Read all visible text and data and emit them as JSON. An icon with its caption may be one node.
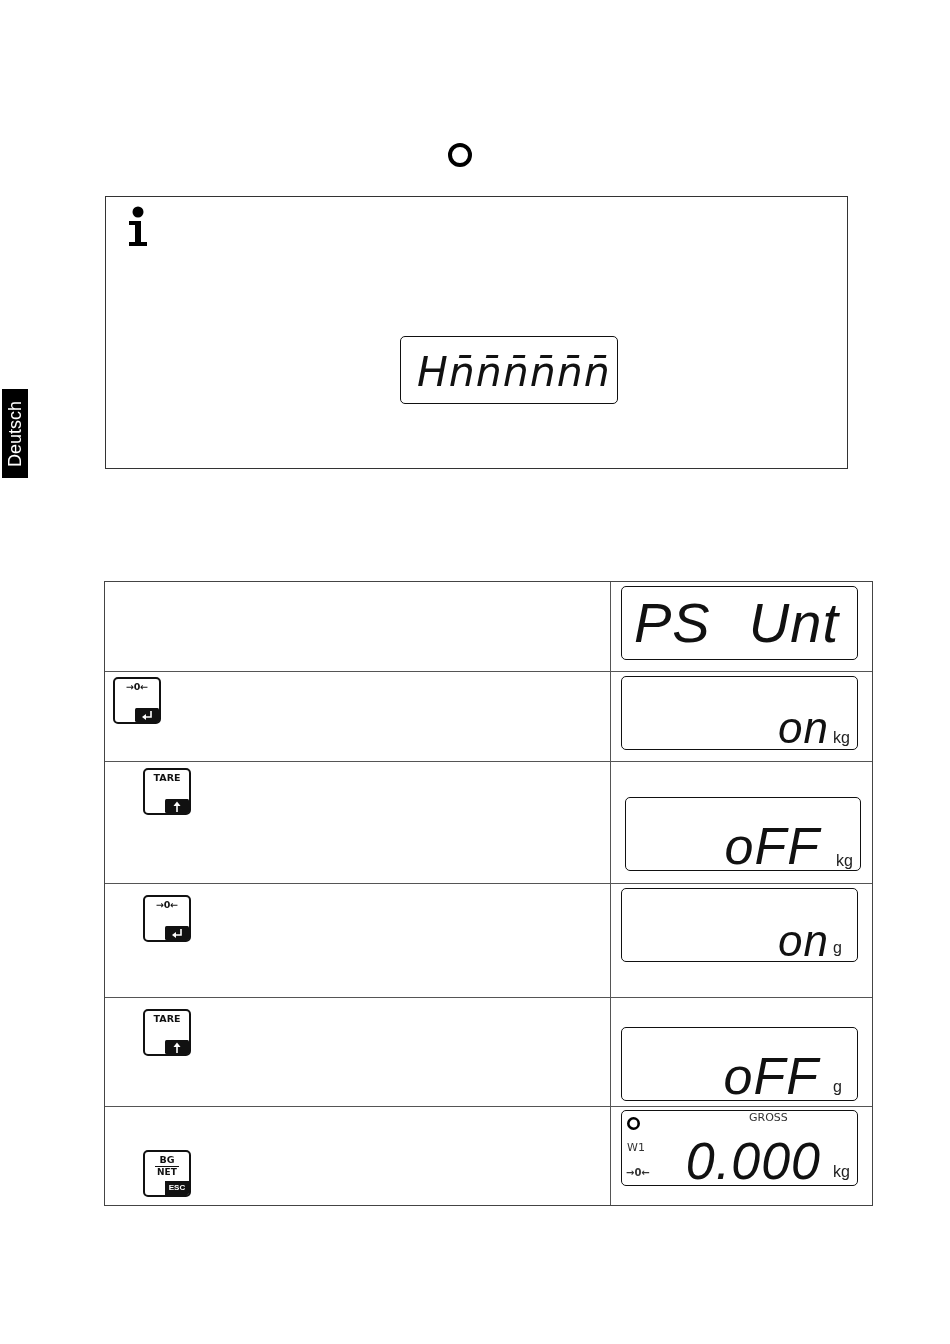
{
  "diagram": {
    "nodes": [
      {
        "text": [],
        "shape": "box"
      },
      {
        "text": [
          "Hn̄n̄n̄n̄n̄n̄"
        ],
        "in": 0
      },
      {
        "text": [
          "PS",
          "Unt"
        ]
      },
      {
        "text": [
          "→0←"
        ]
      },
      {
        "text": [
          "on",
          "kg"
        ]
      },
      {
        "text": [
          "TARE"
        ]
      },
      {
        "text": [
          "oFF",
          "kg"
        ]
      },
      {
        "text": [
          "→0←"
        ]
      },
      {
        "text": [
          "on",
          "g"
        ]
      },
      {
        "text": [
          "TARE"
        ]
      },
      {
        "text": [
          "oFF",
          "g"
        ]
      },
      {
        "text": [
          "BG",
          "NET",
          "ESC"
        ]
      },
      {
        "text": [
          "GROSS",
          "W1",
          "→0←",
          "0.000",
          "kg"
        ]
      }
    ],
    "labels": [
      "Deutsch"
    ]
  }
}
